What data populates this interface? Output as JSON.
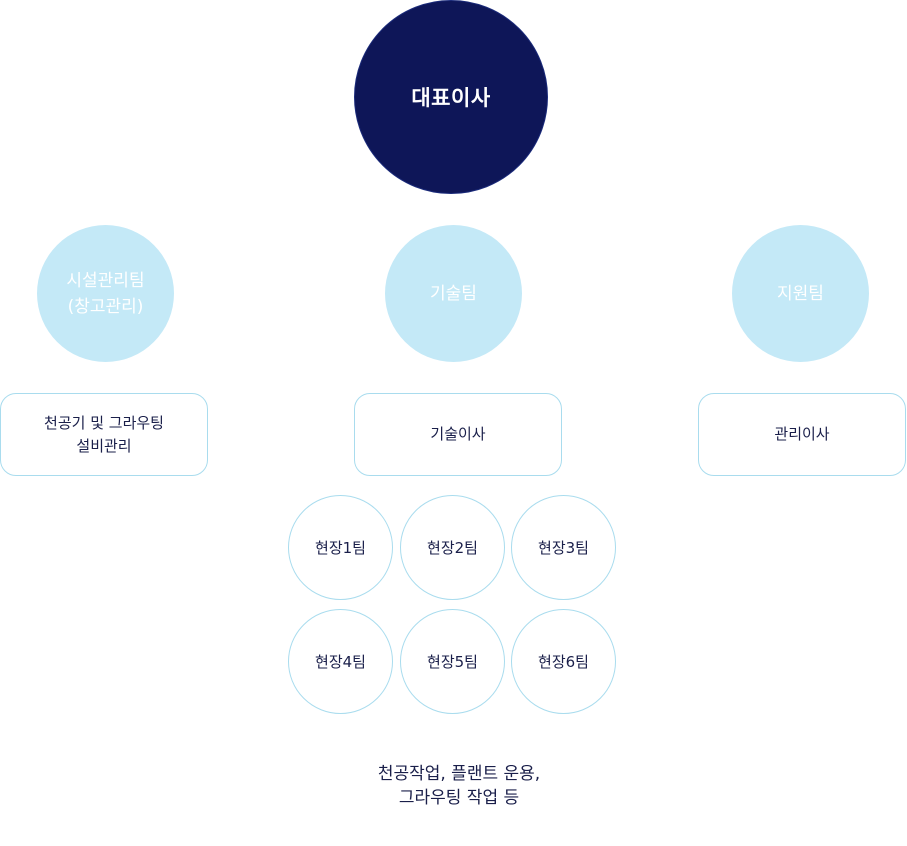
{
  "ceo": {
    "label": "대표이사"
  },
  "teams": [
    {
      "label": "시설관리팀\n(창고관리)"
    },
    {
      "label": "기술팀"
    },
    {
      "label": "지원팀"
    }
  ],
  "boxes": [
    {
      "label": "천공기 및 그라우팅\n설비관리"
    },
    {
      "label": "기술이사"
    },
    {
      "label": "관리이사"
    }
  ],
  "sites": [
    {
      "label": "현장1팀"
    },
    {
      "label": "현장2팀"
    },
    {
      "label": "현장3팀"
    },
    {
      "label": "현장4팀"
    },
    {
      "label": "현장5팀"
    },
    {
      "label": "현장6팀"
    }
  ],
  "description": "천공작업, 플랜트 운용,\n그라우팅 작업 등",
  "colors": {
    "ceo_fill": "#0e1658",
    "team_fill": "#c4e9f7",
    "border": "#a9dcee",
    "text": "#1a1f4a"
  }
}
